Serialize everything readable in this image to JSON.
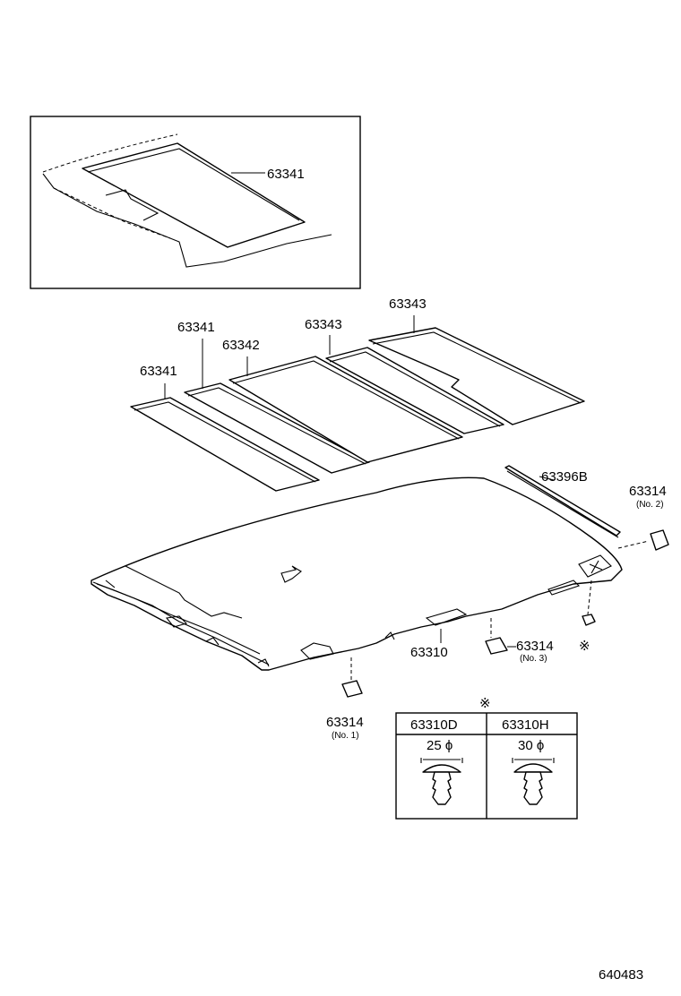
{
  "labels": {
    "inset_part": "63341",
    "panel_a": "63341",
    "panel_b": "63341",
    "panel_c": "63342",
    "panel_d": "63343",
    "panel_e": "63343",
    "weatherstrip": "63396B",
    "headliner": "63310",
    "clip_no2": "63314",
    "clip_no2_sub": "(No. 2)",
    "clip_no3": "63314",
    "clip_no3_sub": "(No. 3)",
    "clip_no1": "63314",
    "clip_no1_sub": "(No. 1)",
    "clip_mark": "※",
    "table_mark": "※",
    "figure_id": "640483"
  },
  "clip_table": {
    "columns": [
      {
        "part": "63310D",
        "size": "25 ϕ"
      },
      {
        "part": "63310H",
        "size": "30 ϕ"
      }
    ]
  }
}
